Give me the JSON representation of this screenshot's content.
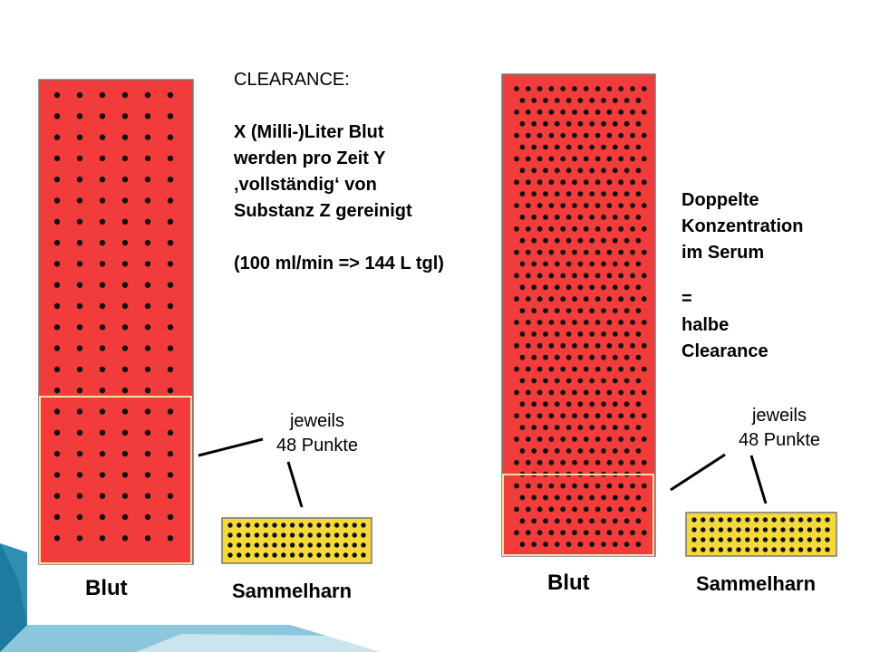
{
  "slide": {
    "left_text": {
      "heading": "CLEARANCE:",
      "definition_lines": [
        "X (Milli-)Liter Blut",
        "werden pro Zeit Y",
        "‚vollständig‘ von",
        "Substanz Z gereinigt"
      ],
      "example": "(100 ml/min => 144 L tgl)"
    },
    "right_text": {
      "lines": [
        "Doppelte",
        "Konzentration",
        "im Serum"
      ],
      "equals": "=",
      "result_lines": [
        "halbe",
        "Clearance"
      ]
    },
    "left_panel": {
      "blood_label": "Blut",
      "urine_label": "Sammelharn",
      "callout_line1": "jeweils",
      "callout_line2": "48 Punkte"
    },
    "right_panel": {
      "blood_label": "Blut",
      "urine_label": "Sammelharn",
      "callout_line1": "jeweils",
      "callout_line2": "48 Punkte"
    },
    "colors": {
      "blood": "#f23c3c",
      "urine": "#f5d83a",
      "highlight_border": "#f3e1a0",
      "dot": "#111111",
      "accent_teal": "#3a9fbf"
    }
  }
}
